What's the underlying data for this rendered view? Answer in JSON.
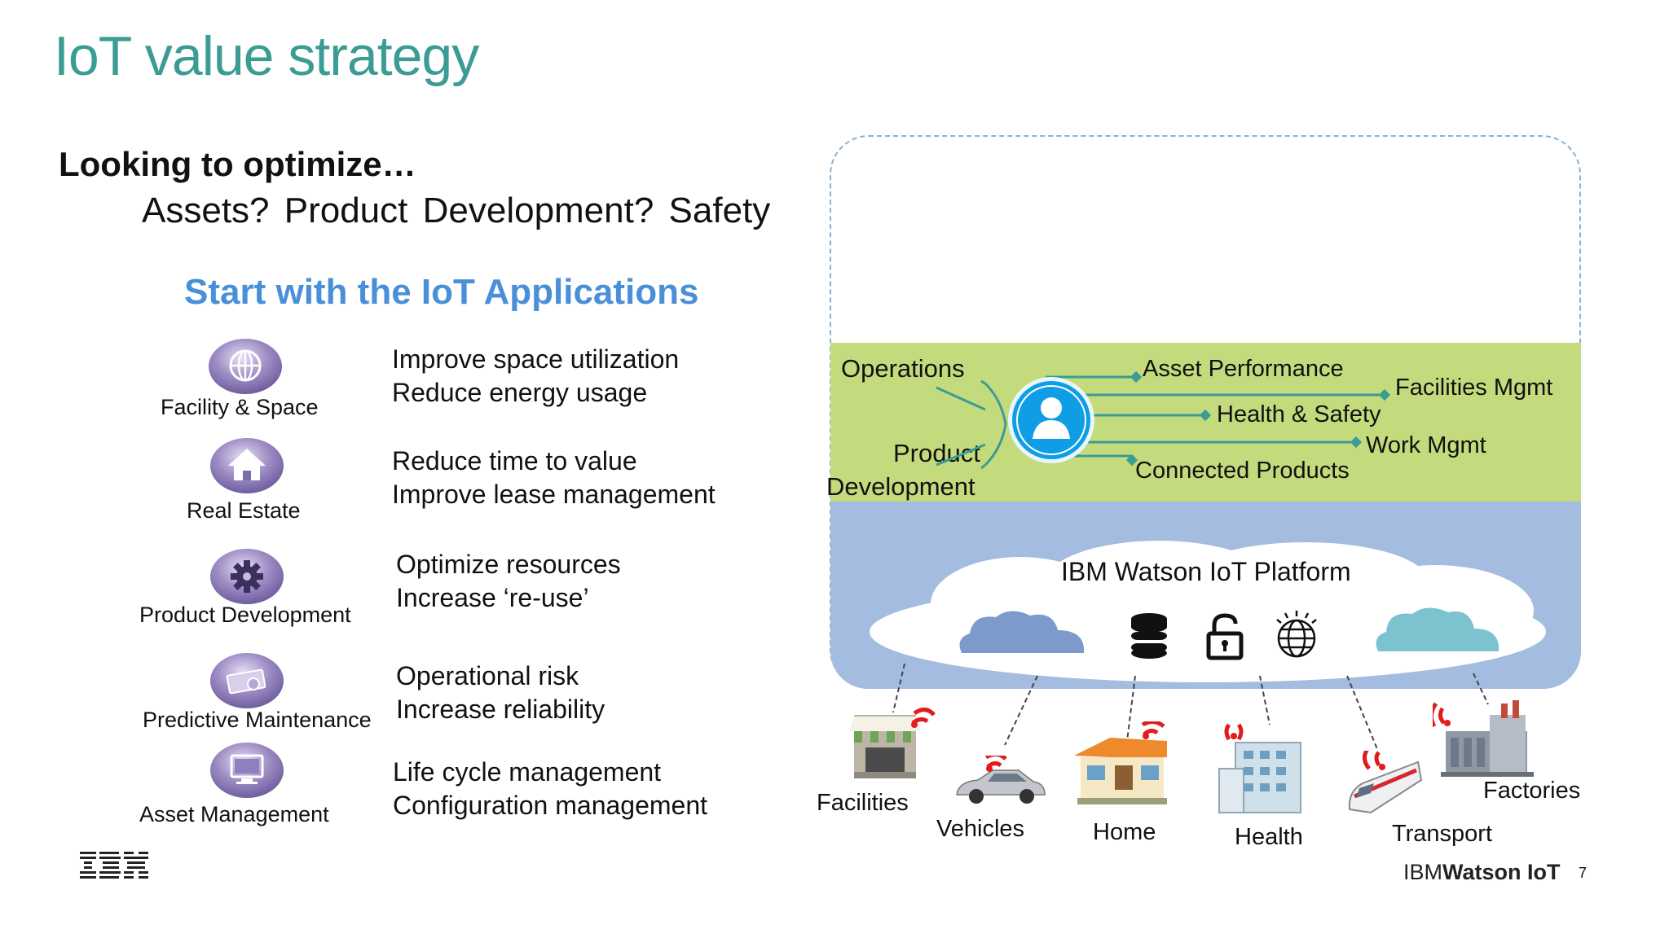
{
  "slide": {
    "title": "IoT value strategy",
    "question_heading": "Looking to optimize…",
    "question_items": "Assets?  Product Development?  Safety",
    "apps_heading": "Start with the IoT Applications",
    "page_number": "7",
    "colors": {
      "title": "#3a9c93",
      "apps_heading": "#4a90d9",
      "green_band": "#c3db7c",
      "blue_band": "#a3bce0",
      "connector": "#3a9c93"
    }
  },
  "applications": [
    {
      "label": "Facility & Space",
      "icon": "globe-icon",
      "benefits": [
        "Improve space utilization",
        "Reduce energy usage"
      ]
    },
    {
      "label": "Real Estate",
      "icon": "house-icon",
      "benefits": [
        "Reduce time to value",
        "Improve lease management"
      ]
    },
    {
      "label": "Product Development",
      "icon": "gear-icon",
      "benefits": [
        "Optimize resources",
        "Increase ‘re-use’"
      ]
    },
    {
      "label": "Predictive Maintenance",
      "icon": "money-icon",
      "benefits": [
        "Operational risk",
        "Increase reliability"
      ]
    },
    {
      "label": "Asset Management",
      "icon": "monitor-icon",
      "benefits": [
        "Life cycle management",
        "Configuration management"
      ]
    }
  ],
  "diagram": {
    "left_labels": {
      "operations": "Operations",
      "product_line1": "Product",
      "product_line2": "Development"
    },
    "apps": [
      "Asset Performance",
      "Facilities Mgmt",
      "Health & Safety",
      "Work Mgmt",
      "Connected Products"
    ],
    "platform": "IBM Watson IoT Platform",
    "platform_icons": [
      "cloud-icon",
      "database-icon",
      "lock-icon",
      "globe-icon",
      "cloud-icon"
    ],
    "devices": [
      "Facilities",
      "Vehicles",
      "Home",
      "Health",
      "Transport",
      "Factories"
    ]
  },
  "footer": {
    "ibm": "IBM",
    "watson_prefix": "IBM",
    "watson_suffix": "Watson IoT"
  }
}
